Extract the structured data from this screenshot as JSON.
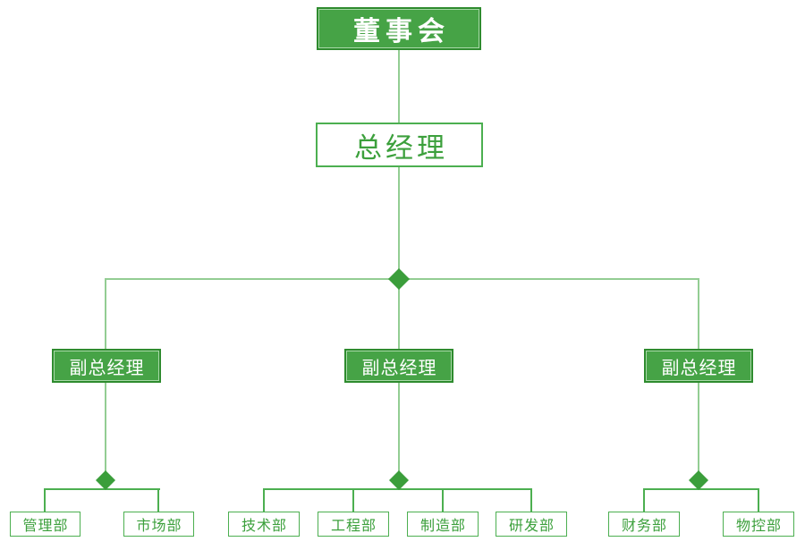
{
  "chart": {
    "type": "org-chart",
    "board": "董事会",
    "general_manager": "总经理",
    "deputy_managers": [
      "副总经理",
      "副总经理",
      "副总经理"
    ],
    "groups": [
      {
        "departments": [
          "管理部",
          "市场部"
        ]
      },
      {
        "departments": [
          "技术部",
          "工程部",
          "制造部",
          "研发部"
        ]
      },
      {
        "departments": [
          "财务部",
          "物控部"
        ]
      }
    ],
    "colors": {
      "node_fill_green": "#46A346",
      "node_border_dark": "#2E8B2E",
      "node_border_green": "#4CAF50",
      "text_green": "#3CA03C",
      "text_white": "#FFFFFF",
      "connector_light": "#93CD93",
      "connector_dark": "#4CAF50",
      "diamond_green": "#3B9E3B",
      "background": "#FFFFFF"
    }
  }
}
